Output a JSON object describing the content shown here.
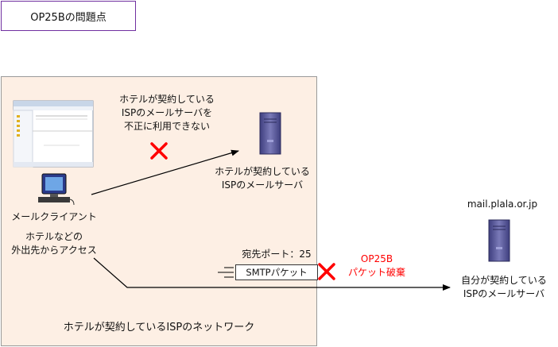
{
  "title": "OP25Bの問題点",
  "network_label": "ホテルが契約しているISPのネットワーク",
  "blocked_note": [
    "ホテルが契約している",
    "ISPのメールサーバを",
    "不正に利用できない"
  ],
  "hotel_server_label": [
    "ホテルが契約している",
    "ISPのメールサーバ"
  ],
  "client_label": "メールクライアント",
  "access_label": [
    "ホテルなどの",
    "外出先からアクセス"
  ],
  "port_label": "宛先ポート：25",
  "packet_label": "SMTPパケット",
  "op25b_label": [
    "OP25B",
    "パケット破棄"
  ],
  "remote_host": "mail.plala.or.jp",
  "own_server_label": [
    "自分が契約している",
    "ISPのメールサーバ"
  ],
  "colors": {
    "title_border": "#7030a0",
    "network_bg": "#fdefe4",
    "cross": "#ff0000",
    "server": "#5c5c9e"
  },
  "icons": [
    "mail-app-screenshot",
    "computer-icon",
    "server-icon",
    "cross-icon"
  ]
}
